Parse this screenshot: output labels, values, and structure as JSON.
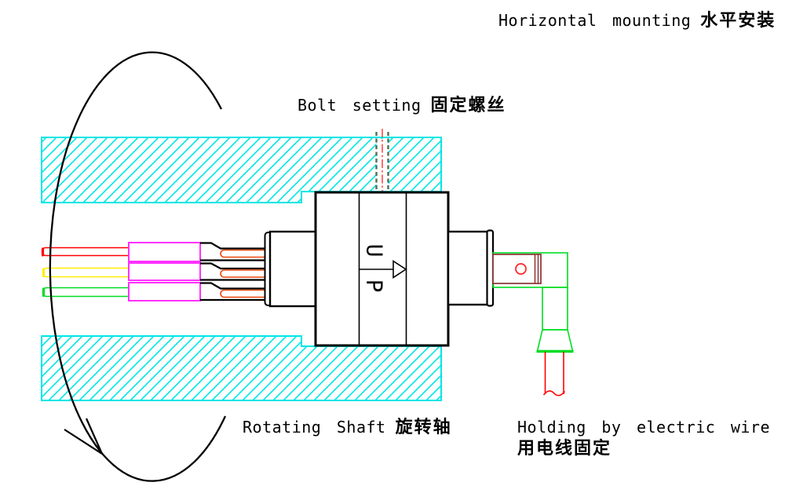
{
  "title": {
    "en": "Horizontal mounting",
    "zh": "水平安装"
  },
  "labels": {
    "bolt_setting": {
      "en": "Bolt setting",
      "zh": "固定螺丝"
    },
    "rotating_shaft": {
      "en": "Rotating Shaft",
      "zh": "旋转轴"
    },
    "holding": {
      "en": "Holding by electric wire",
      "zh": "用电线固定"
    }
  },
  "device": {
    "up_letters": [
      "U",
      "P"
    ]
  },
  "colors": {
    "mount_plate_hatch": "#00e6e6",
    "wire_red": "#ff0000",
    "wire_yellow": "#ffee00",
    "wire_green": "#00dd22",
    "connector_magenta": "#ff30ff",
    "pin_contact_orange": "#e8480c",
    "terminal_maroon": "#8b3232",
    "bolt_dashed_green": "#4e7050",
    "centerline_red": "#ff2020",
    "outline_black": "#000000"
  }
}
